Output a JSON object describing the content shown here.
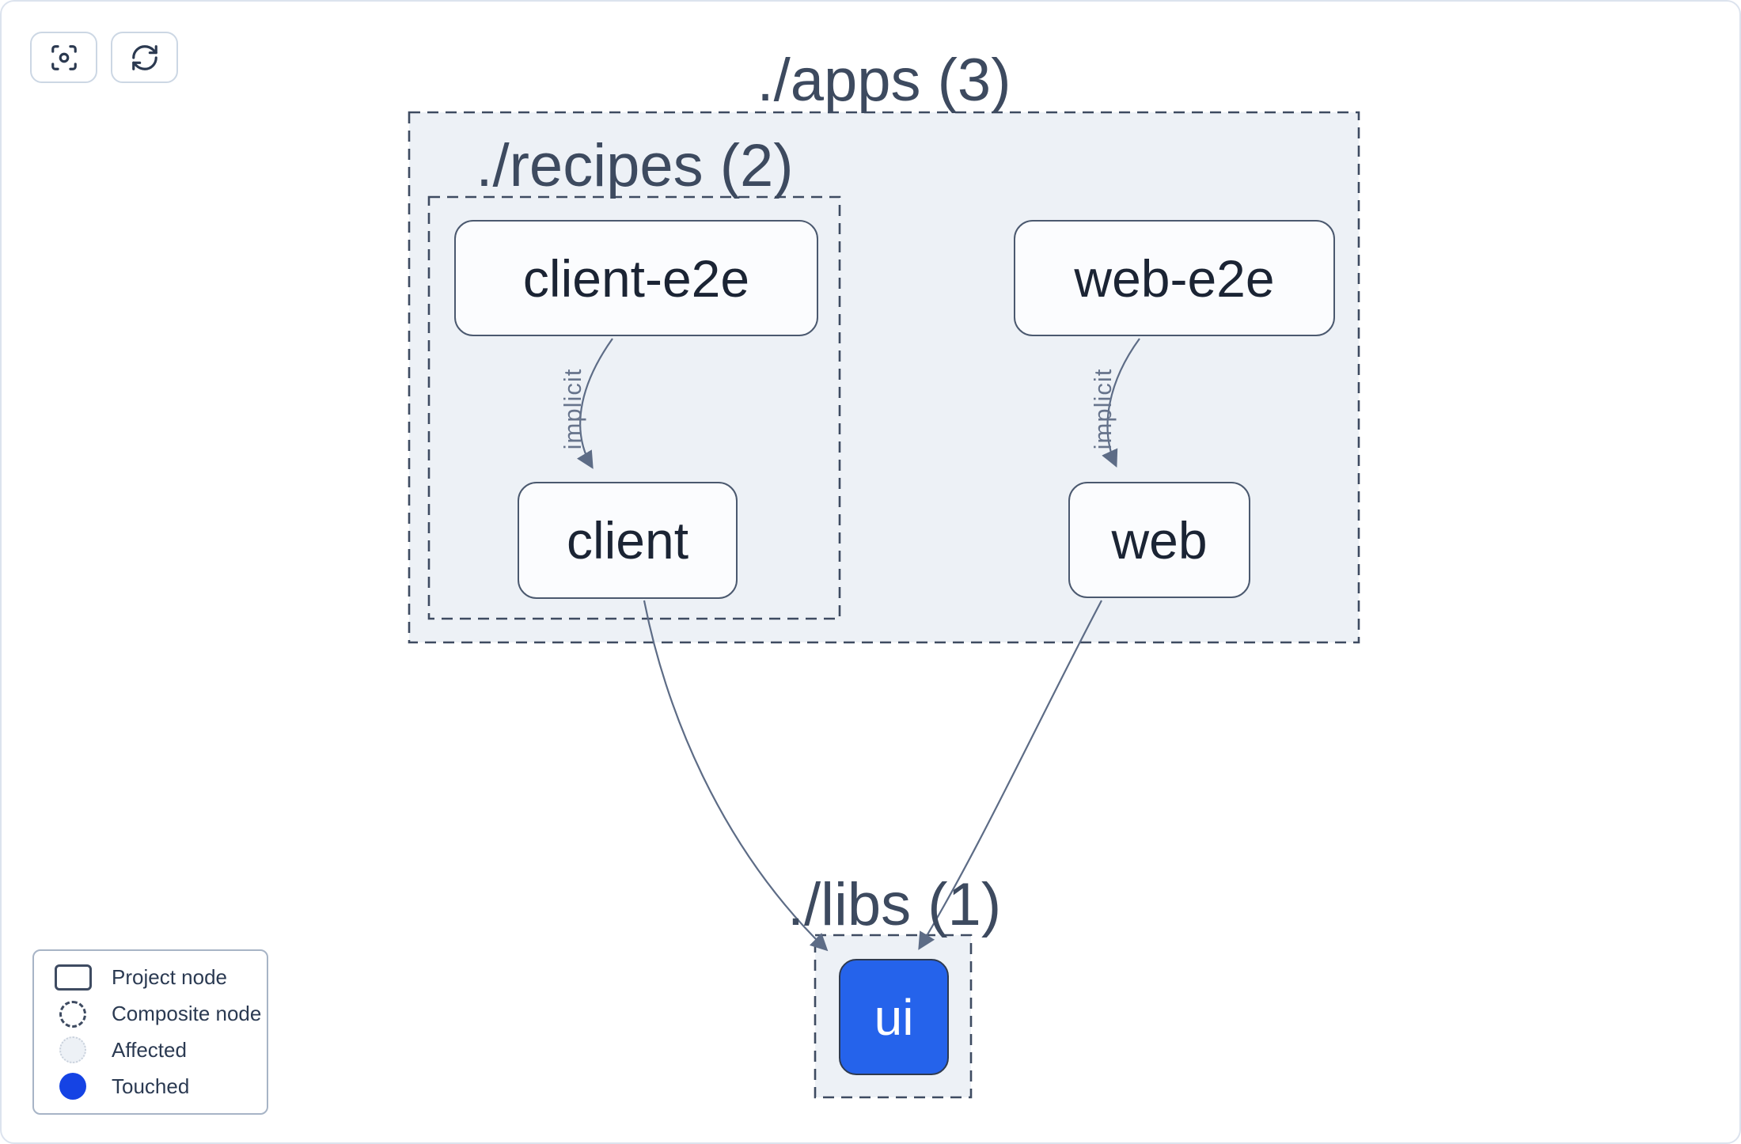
{
  "toolbar": {
    "buttons": [
      {
        "id": "center-graph",
        "icon": "focus-icon"
      },
      {
        "id": "refresh-graph",
        "icon": "refresh-icon"
      }
    ]
  },
  "graph": {
    "composites": [
      {
        "id": "apps",
        "label": "./apps (3)",
        "project_count": 3
      },
      {
        "id": "recipes",
        "label": "./recipes (2)",
        "project_count": 2
      },
      {
        "id": "libs",
        "label": "./libs (1)",
        "project_count": 1
      }
    ],
    "nodes": [
      {
        "id": "client-e2e",
        "label": "client-e2e",
        "state": "normal"
      },
      {
        "id": "web-e2e",
        "label": "web-e2e",
        "state": "normal"
      },
      {
        "id": "client",
        "label": "client",
        "state": "normal"
      },
      {
        "id": "web",
        "label": "web",
        "state": "normal"
      },
      {
        "id": "ui",
        "label": "ui",
        "state": "touched"
      }
    ],
    "edges": [
      {
        "from": "client-e2e",
        "to": "client",
        "label": "implicit"
      },
      {
        "from": "web-e2e",
        "to": "web",
        "label": "implicit"
      },
      {
        "from": "client",
        "to": "ui",
        "label": ""
      },
      {
        "from": "web",
        "to": "ui",
        "label": ""
      }
    ]
  },
  "legend": {
    "items": [
      {
        "id": "project-node",
        "label": "Project node"
      },
      {
        "id": "composite-node",
        "label": "Composite node"
      },
      {
        "id": "affected",
        "label": "Affected"
      },
      {
        "id": "touched",
        "label": "Touched"
      }
    ]
  },
  "colors": {
    "touched_node_fill": "#2563eb",
    "touched_dot": "#1543e4",
    "composite_fill": "#edf1f6",
    "composite_stroke": "#3e4b61",
    "edge_stroke": "#5d6c86",
    "canvas_border": "#dce3ee",
    "node_border": "#4b596f",
    "node_text": "#1b2434",
    "label_text": "#3d4a5f"
  }
}
